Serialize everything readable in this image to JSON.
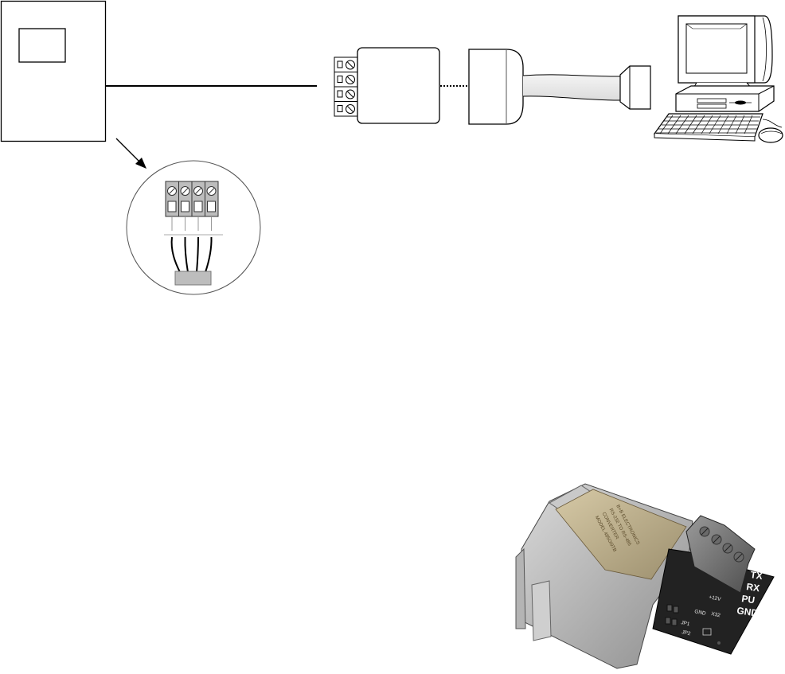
{
  "converter_photo": {
    "terminal_pins": [
      "TX",
      "RX",
      "PU",
      "GND"
    ],
    "pcb_markings": [
      "+12V",
      "GND",
      "X32",
      "JP1",
      "JP2"
    ],
    "case_label_lines": [
      "B+B ELECTRONICS",
      "RS-232 TO RS-485",
      "CONVERTER",
      "MODEL 485OI9TB"
    ]
  }
}
